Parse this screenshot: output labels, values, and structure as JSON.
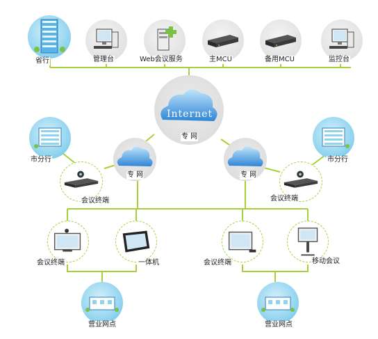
{
  "top_row": [
    {
      "label": "省行",
      "icon": "office-building-icon"
    },
    {
      "label": "管理台",
      "icon": "desktop-pc-icon"
    },
    {
      "label": "Web会议服务",
      "icon": "web-server-icon"
    },
    {
      "label": "主MCU",
      "icon": "mcu-device-icon"
    },
    {
      "label": "备用MCU",
      "icon": "mcu-device-icon"
    },
    {
      "label": "监控台",
      "icon": "desktop-pc-icon"
    }
  ],
  "internet": {
    "cloud_text": "Internet",
    "label": "专 网"
  },
  "left_branch": {
    "cloud_label": "专 网",
    "city": "市分行",
    "terminal": "会议终端",
    "endpoints": [
      {
        "label": "会议终端"
      },
      {
        "label": "一体机"
      }
    ],
    "outlet": "营业网点"
  },
  "right_branch": {
    "cloud_label": "专 网",
    "city": "市分行",
    "terminal": "会议终端",
    "endpoints": [
      {
        "label": "会议终端"
      },
      {
        "label": "移动会议"
      }
    ],
    "outlet": "营业网点"
  },
  "colors": {
    "line": "#a9cf3a",
    "cloud": "#3a8fd8",
    "building": "#5ab3e6"
  }
}
